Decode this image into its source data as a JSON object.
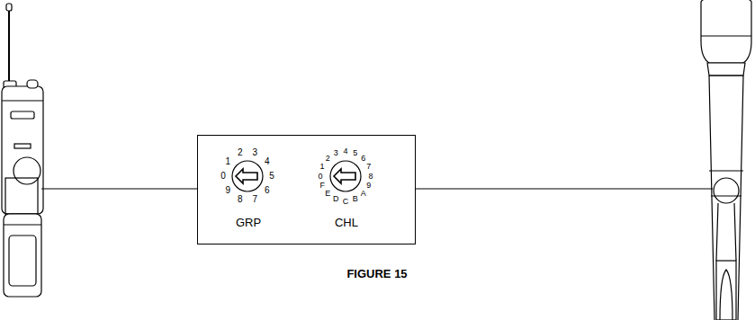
{
  "diagram": {
    "caption": "FIGURE 15",
    "nodes": [
      {
        "text": [
          "GRP",
          "CHL"
        ]
      }
    ],
    "labels": [
      "0",
      "1",
      "2",
      "3",
      "4",
      "5",
      "6",
      "7",
      "8",
      "9",
      "0",
      "1",
      "2",
      "3",
      "4",
      "5",
      "6",
      "7",
      "8",
      "9",
      "A",
      "B",
      "C",
      "D",
      "E",
      "F"
    ]
  }
}
